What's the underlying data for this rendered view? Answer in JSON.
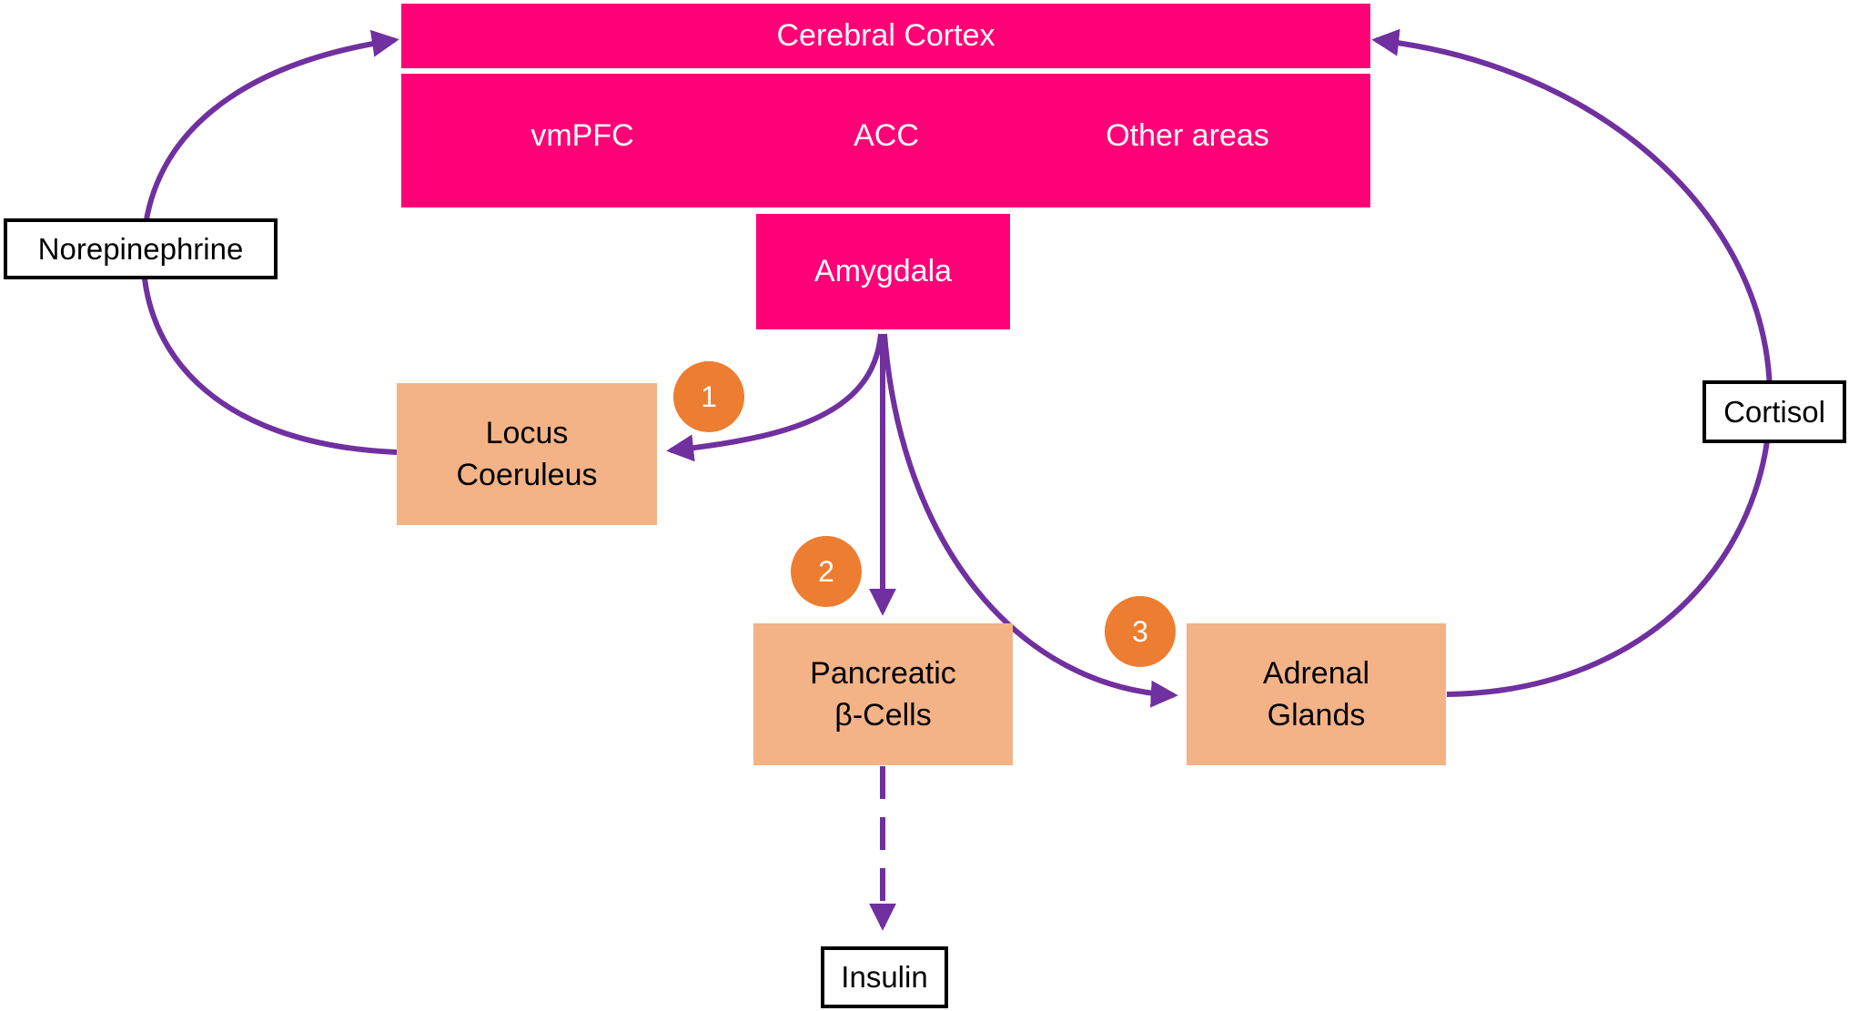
{
  "colors": {
    "brain_region": "#ff0077",
    "organ": "#f3b387",
    "arrow": "#7030a0",
    "step_badge": "#ed7d31"
  },
  "cortex": {
    "title": "Cerebral Cortex",
    "areas": [
      "vmPFC",
      "ACC",
      "Other areas"
    ]
  },
  "amygdala": "Amygdala",
  "organs": {
    "locus_coeruleus": [
      "Locus",
      "Coeruleus"
    ],
    "pancreatic_cells": [
      "Pancreatic",
      "β-Cells"
    ],
    "adrenal_glands": [
      "Adrenal",
      "Glands"
    ]
  },
  "hormones": {
    "norepinephrine": "Norepinephrine",
    "cortisol": "Cortisol",
    "insulin": "Insulin"
  },
  "pathways": [
    "1",
    "2",
    "3"
  ]
}
